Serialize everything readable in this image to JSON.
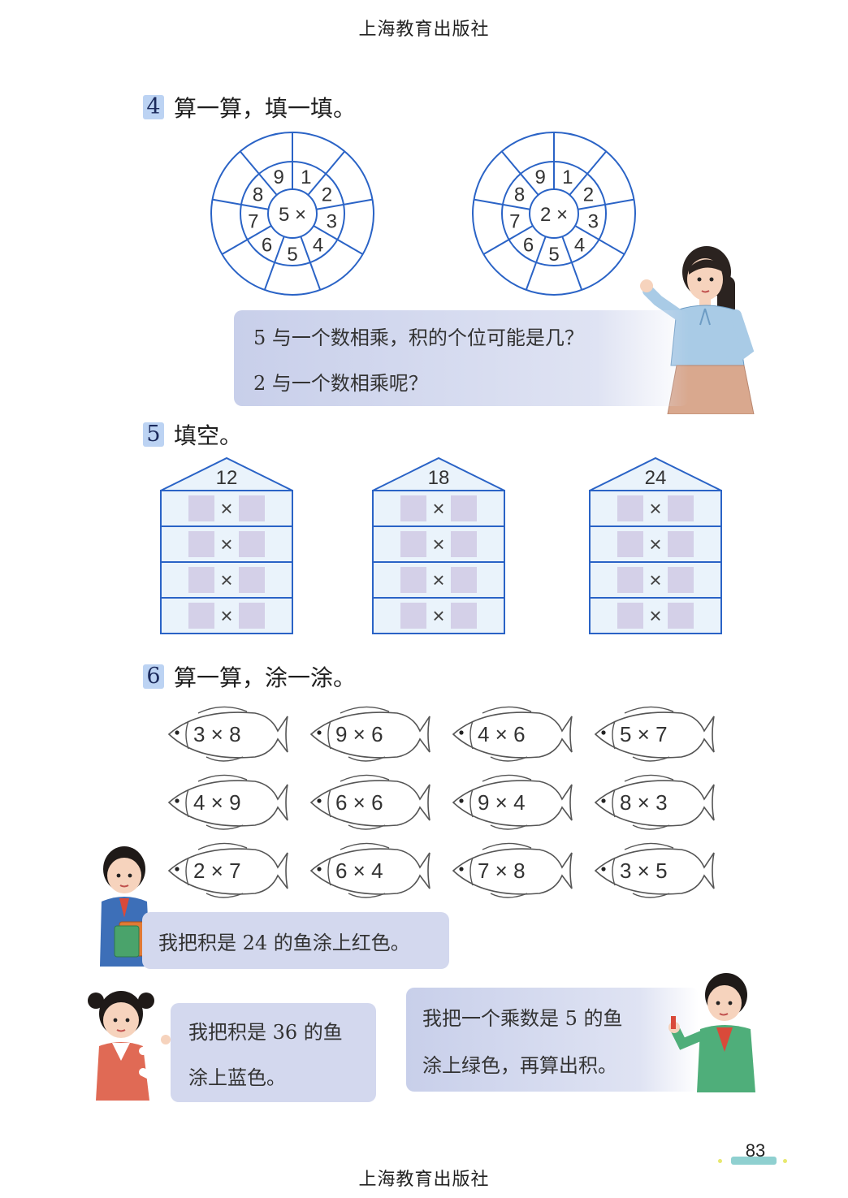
{
  "header": {
    "publisher": "上海教育出版社"
  },
  "footer": {
    "publisher": "上海教育出版社",
    "page_number": "83"
  },
  "ex4": {
    "number": "4",
    "title": "算一算，填一填。",
    "wheels": [
      {
        "center": "5 ×",
        "ring": [
          "1",
          "2",
          "3",
          "4",
          "5",
          "6",
          "7",
          "8",
          "9"
        ]
      },
      {
        "center": "2 ×",
        "ring": [
          "1",
          "2",
          "3",
          "4",
          "5",
          "6",
          "7",
          "8",
          "9"
        ]
      }
    ],
    "bubble": {
      "line1": "5 与一个数相乘，积的个位可能是几？",
      "line2": "2 与一个数相乘呢？"
    }
  },
  "ex5": {
    "number": "5",
    "title": "填空。",
    "houses": [
      {
        "roof": "12",
        "rows": [
          "×",
          "×",
          "×",
          "×"
        ]
      },
      {
        "roof": "18",
        "rows": [
          "×",
          "×",
          "×",
          "×"
        ]
      },
      {
        "roof": "24",
        "rows": [
          "×",
          "×",
          "×",
          "×"
        ]
      }
    ]
  },
  "ex6": {
    "number": "6",
    "title": "算一算，涂一涂。",
    "fish": [
      "3 × 8",
      "9 × 6",
      "4 × 6",
      "5 × 7",
      "4 × 9",
      "6 × 6",
      "9 × 4",
      "8 × 3",
      "2 × 7",
      "6 × 4",
      "7 × 8",
      "3 × 5"
    ],
    "bubble_boy": "我把积是 24 的鱼涂上红色。",
    "bubble_girl": {
      "line1": "我把积是 36 的鱼",
      "line2": "涂上蓝色。"
    },
    "bubble_boy2": {
      "line1": "我把一个乘数是 5 的鱼",
      "line2": "涂上绿色，再算出积。"
    }
  },
  "colors": {
    "line_blue": "#2a63c6",
    "box_fill": "#d4d0e8",
    "cell_fill": "#eaf3fb",
    "bubble": "#d3d8ee"
  }
}
